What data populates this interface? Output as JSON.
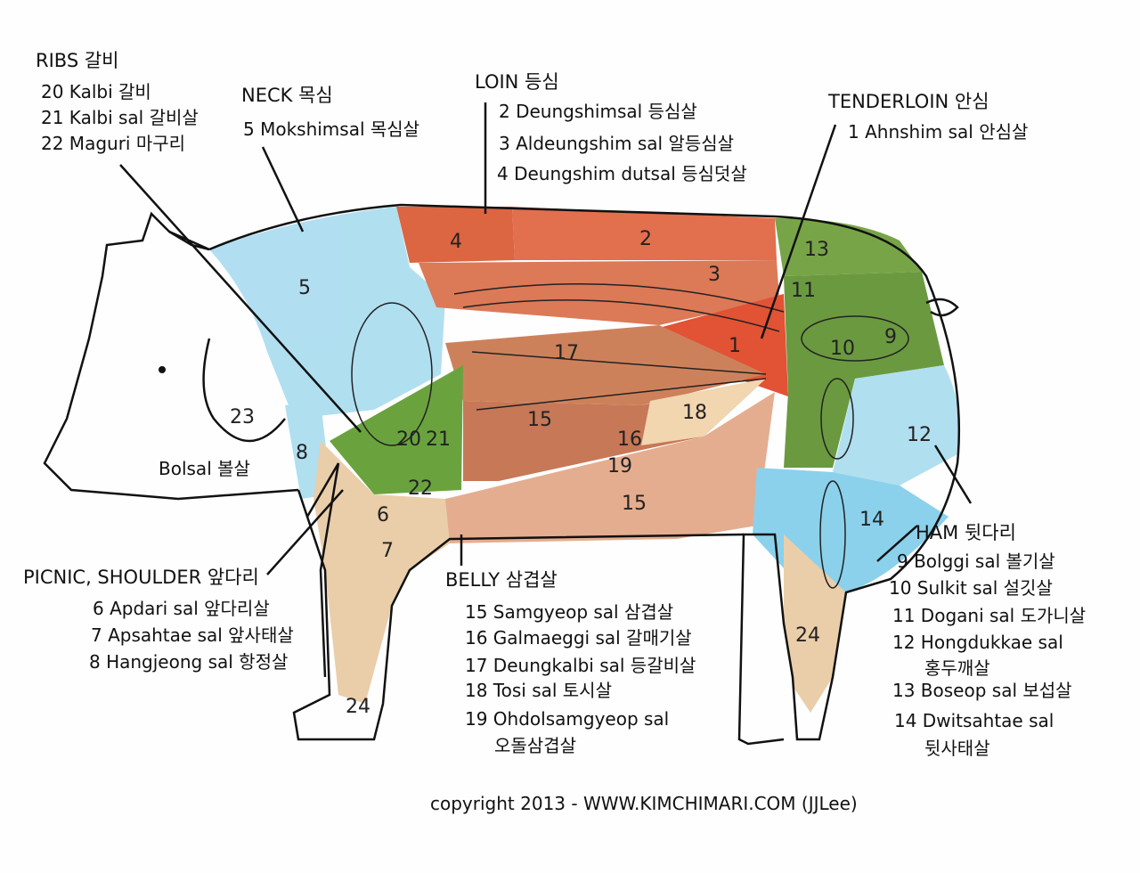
{
  "ribs": {
    "heading": "RIBS 갈비",
    "items": [
      "20 Kalbi 갈비",
      "21 Kalbi sal 갈비살",
      "22 Maguri 마구리"
    ]
  },
  "neck": {
    "heading": "NECK 목심",
    "items": [
      "5 Mokshimsal 목심살"
    ]
  },
  "loin": {
    "heading": "LOIN 등심",
    "items": [
      "2 Deungshimsal 등심살",
      "3 Aldeungshim sal 알등심살",
      "4 Deungshim dutsal 등심덧살"
    ]
  },
  "tenderloin": {
    "heading": "TENDERLOIN 안심",
    "items": [
      "1 Ahnshim sal 안심살"
    ]
  },
  "ham": {
    "heading": "HAM 뒷다리",
    "items": [
      "9 Bolggi sal 볼기살",
      "10 Sulkit sal 설깃살",
      "11 Dogani sal 도가니살",
      "12 Hongdukkae sal",
      "홍두깨살",
      "13 Boseop sal 보섭살",
      "14 Dwitsahtae sal",
      "뒷사태살"
    ]
  },
  "picnic": {
    "heading": "PICNIC, SHOULDER 앞다리",
    "items": [
      "6 Apdari sal 앞다리살",
      "7 Apsahtae sal 앞사태살",
      "8 Hangjeong sal 항정살"
    ]
  },
  "belly": {
    "heading": "BELLY 삼겹살",
    "items": [
      "15 Samgyeop sal 삼겹살",
      "16 Galmaeggi sal 갈매기살",
      "17 Deungkalbi sal 등갈비살",
      "18 Tosi sal 토시살",
      "19 Ohdolsamgyeop sal",
      "오돌삼겹살"
    ]
  },
  "head": {
    "label": "Bolsal 볼살"
  },
  "copyright": "copyright 2013 - WWW.KIMCHIMARI.COM (JJLee)",
  "diagram_numbers": [
    "1",
    "2",
    "3",
    "4",
    "5",
    "6",
    "7",
    "8",
    "9",
    "10",
    "11",
    "12",
    "13",
    "14",
    "15",
    "15",
    "16",
    "17",
    "18",
    "19",
    "20",
    "21",
    "22",
    "23",
    "24",
    "24"
  ],
  "colors": {
    "neck": "#a8dcef",
    "loin": "#d9552e",
    "loin_light": "#e27a55",
    "tenderloin": "#e0401f",
    "belly": "#c8744a",
    "belly_light": "#e3a583",
    "ribs": "#5b9a2a",
    "ham": "#5c8f2c",
    "ham_blue": "#7fcde9",
    "shoulder": "#e8c9a0",
    "outline": "#111111"
  }
}
